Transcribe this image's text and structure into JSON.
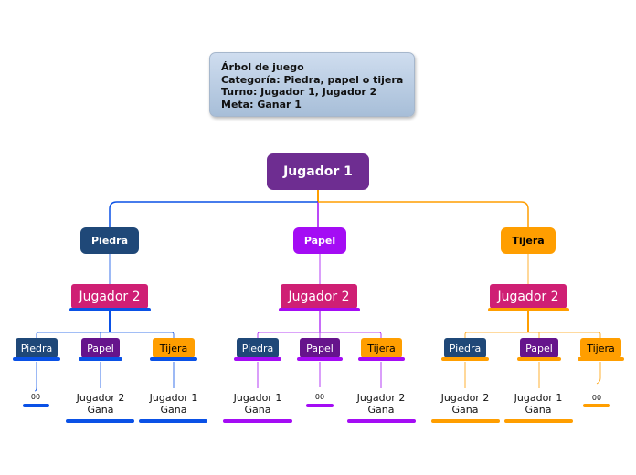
{
  "info": {
    "line1": "Árbol de juego",
    "line2": "Categoría: Piedra, papel o tijera",
    "line3": "Turno: Jugador 1, Jugador 2",
    "line4": "Meta: Ganar 1"
  },
  "root": {
    "label": "Jugador 1"
  },
  "colors": {
    "blue": "#0a51e6",
    "navy": "#1f4878",
    "purple": "#a40cf4",
    "violet": "#66148c",
    "orange": "#ff9e00",
    "magenta": "#cf1f74",
    "root": "#6e2d91"
  },
  "branches": [
    {
      "move": "Piedra",
      "opponent": "Jugador 2",
      "responses": [
        {
          "move": "Piedra",
          "result": "00"
        },
        {
          "move": "Papel",
          "result_line1": "Jugador 2",
          "result_line2": "Gana"
        },
        {
          "move": "Tijera",
          "result_line1": "Jugador 1",
          "result_line2": "Gana"
        }
      ]
    },
    {
      "move": "Papel",
      "opponent": "Jugador 2",
      "responses": [
        {
          "move": "Piedra",
          "result_line1": "Jugador 1",
          "result_line2": "Gana"
        },
        {
          "move": "Papel",
          "result": "00"
        },
        {
          "move": "Tijera",
          "result_line1": "Jugador 2",
          "result_line2": "Gana"
        }
      ]
    },
    {
      "move": "Tijera",
      "opponent": "Jugador 2",
      "responses": [
        {
          "move": "Piedra",
          "result_line1": "Jugador 2",
          "result_line2": "Gana"
        },
        {
          "move": "Papel",
          "result_line1": "Jugador 1",
          "result_line2": "Gana"
        },
        {
          "move": "Tijera",
          "result": "00"
        }
      ]
    }
  ]
}
